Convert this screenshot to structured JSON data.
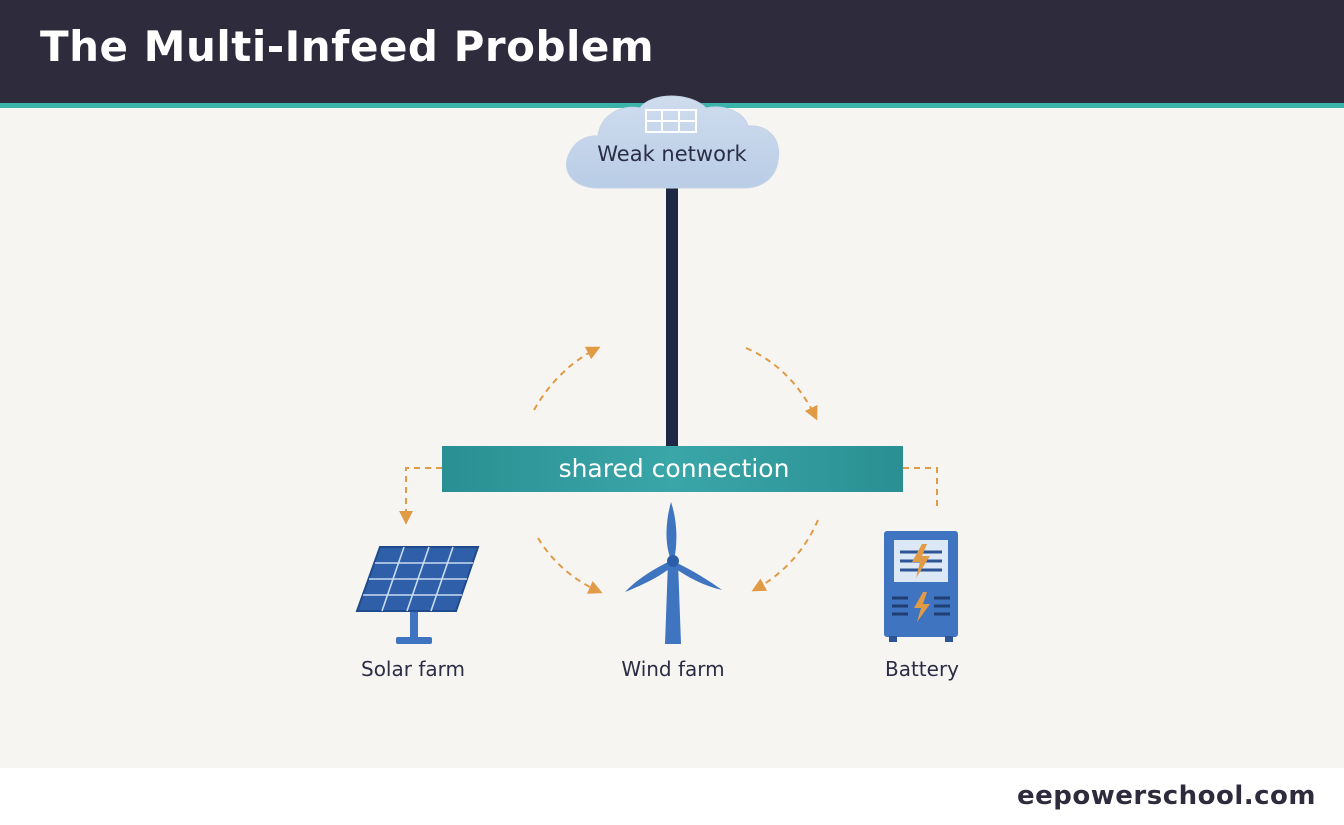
{
  "header": {
    "title": "The Multi-Infeed Problem"
  },
  "diagram": {
    "network_label": "Weak network",
    "bus_label": "shared connection",
    "sources": [
      {
        "id": "solar",
        "label": "Solar farm",
        "icon": "solar-panel-icon"
      },
      {
        "id": "wind",
        "label": "Wind farm",
        "icon": "wind-turbine-icon"
      },
      {
        "id": "battery",
        "label": "Battery",
        "icon": "battery-storage-icon"
      }
    ]
  },
  "footer": {
    "brand": "eepowerschool.com"
  },
  "colors": {
    "header_bg": "#2d2b3c",
    "accent": "#3ab3ab",
    "bus": "#2f9a9d",
    "feeder": "#1f2747",
    "interaction_arrows": "#e19a45",
    "icon_blue": "#3f74c0"
  }
}
